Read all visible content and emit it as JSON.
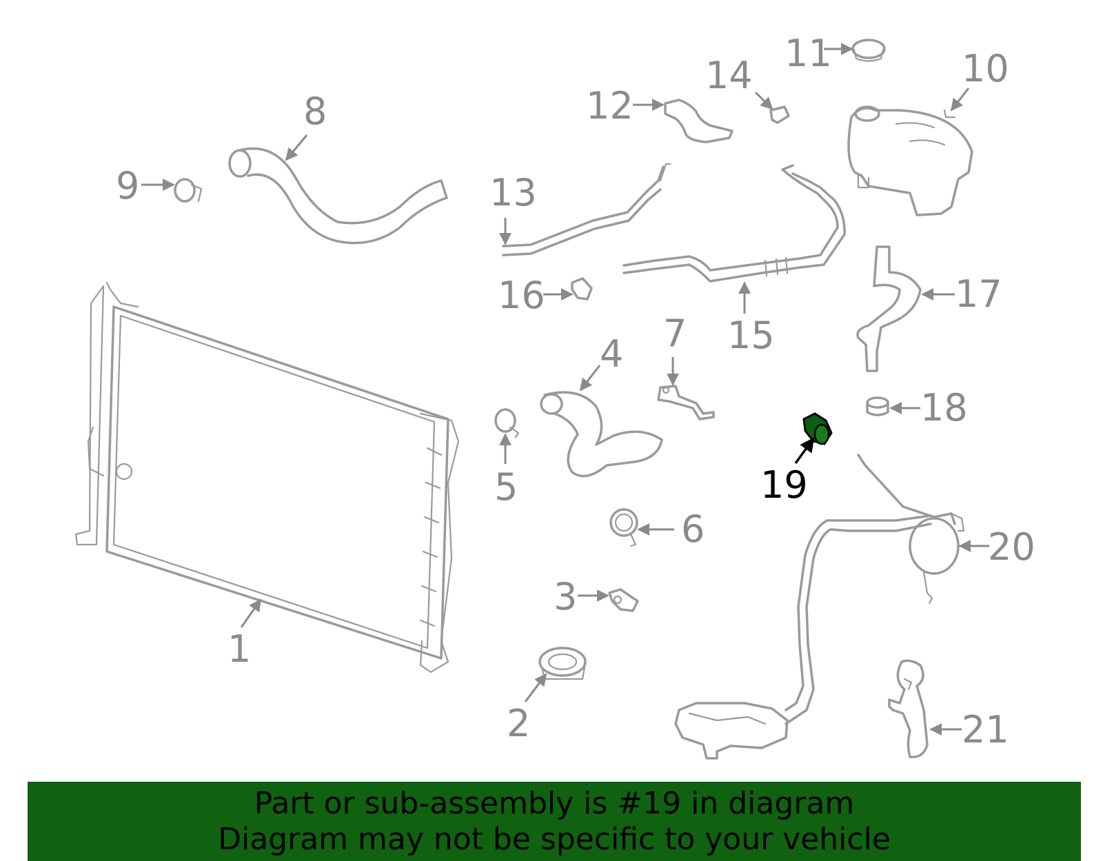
{
  "highlight_color": "#0f5e14",
  "banner_color": "#106210",
  "callouts": {
    "c1": "1",
    "c2": "2",
    "c3": "3",
    "c4": "4",
    "c5": "5",
    "c6": "6",
    "c7": "7",
    "c8": "8",
    "c9": "9",
    "c10": "10",
    "c11": "11",
    "c12": "12",
    "c13": "13",
    "c14": "14",
    "c15": "15",
    "c16": "16",
    "c17": "17",
    "c18": "18",
    "c19": "19",
    "c20": "20",
    "c21": "21"
  },
  "highlighted_part": "19",
  "banner": {
    "line1": "Part or sub-assembly is #19 in diagram",
    "line2": "Diagram may not be specific to your vehicle"
  }
}
